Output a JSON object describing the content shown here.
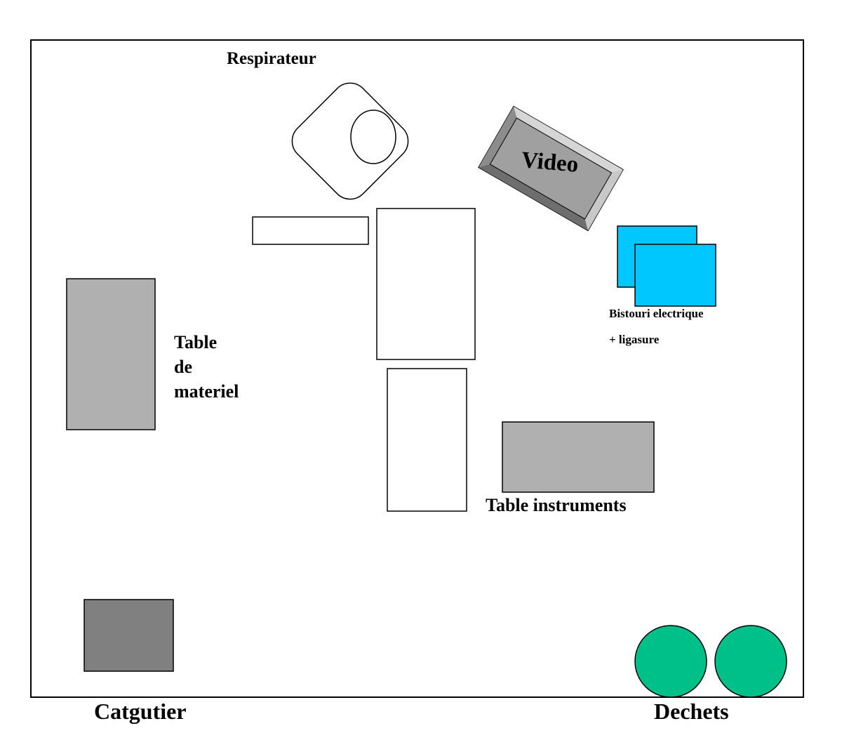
{
  "labels": {
    "respirateur": "Respirateur",
    "video": "Video",
    "bistouri_line1": "Bistouri electrique",
    "bistouri_line2": "+ ligasure",
    "table_materiel_line1": "Table",
    "table_materiel_line2": "de",
    "table_materiel_line3": "materiel",
    "table_instruments": "Table instruments",
    "catgutier": "Catgutier",
    "dechets": "Dechets"
  },
  "colors": {
    "border": "#000000",
    "background": "#ffffff",
    "table_gray": "#b0b0b0",
    "catgutier_gray": "#808080",
    "video_frame": "#a8a8a8",
    "video_face": "#a0a0a0",
    "bistouri_cyan": "#00c8ff",
    "dechets_green": "#00c08a"
  }
}
